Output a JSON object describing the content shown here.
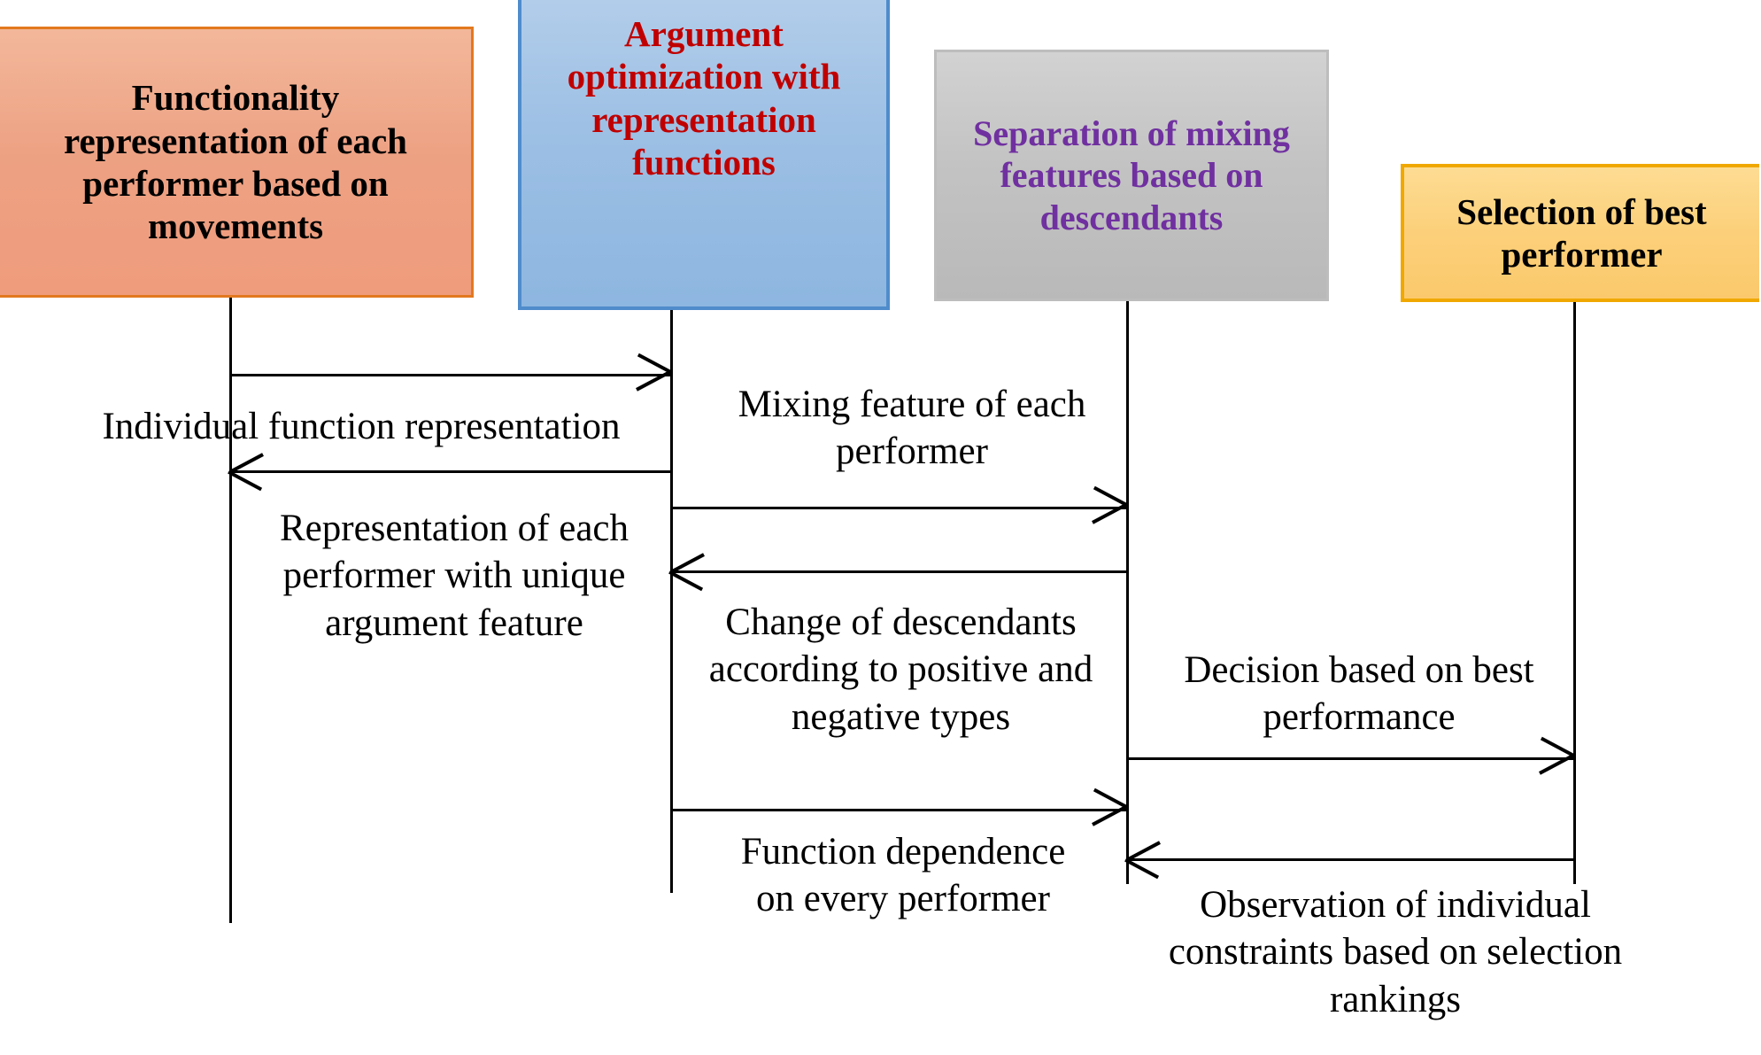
{
  "diagram": {
    "type": "sequence-diagram",
    "title": "",
    "background": "#ffffff"
  },
  "participants": [
    {
      "id": "functionality",
      "label": "Functionality representation of each performer based on movements",
      "fill": "#ef9c7c",
      "border": "#e2791f",
      "text_color": "#000000"
    },
    {
      "id": "argument",
      "label": "Argument optimization with representation functions",
      "fill": "#9cbfe4",
      "border": "#4f8ccc",
      "text_color": "#c00000"
    },
    {
      "id": "separation",
      "label": "Separation of mixing features based on descendants",
      "fill": "#c3c3c3",
      "border": "#bdbdbd",
      "text_color": "#7030a0"
    },
    {
      "id": "selection",
      "label": "Selection of best performer",
      "fill": "#fcd07a",
      "border": "#f0a800",
      "text_color": "#000000"
    }
  ],
  "messages": [
    {
      "id": "m1",
      "from": "functionality",
      "to": "argument",
      "direction": "right",
      "label": ""
    },
    {
      "id": "m2",
      "from": "argument",
      "to": "functionality",
      "direction": "left",
      "label": "Individual function representation"
    },
    {
      "id": "m3",
      "from": "argument",
      "to": "separation",
      "direction": "right",
      "label": "Mixing feature of each performer"
    },
    {
      "id": "m4",
      "from": "separation",
      "to": "argument",
      "direction": "left",
      "label": "Representation of each performer with unique argument feature"
    },
    {
      "id": "m5",
      "from": "separation",
      "to": "selection",
      "direction": "right",
      "label": "Decision based on best performance"
    },
    {
      "id": "m6",
      "from": "argument",
      "to": "separation",
      "direction": "right",
      "label": "Change of descendants according to positive and negative types"
    },
    {
      "id": "m7",
      "from": "selection",
      "to": "separation",
      "direction": "left",
      "label": "Observation of individual constraints based on selection rankings"
    },
    {
      "id": "m8",
      "from": "separation",
      "to": "argument",
      "direction": "left",
      "label": "Function dependence on every performer"
    }
  ],
  "labels": {
    "individual_function_representation": "Individual function representation",
    "mixing_feature": "Mixing feature of each\nperformer",
    "representation_unique": "Representation of each\nperformer with unique\nargument feature",
    "change_of_descendants": "Change of descendants\naccording to positive and\nnegative types",
    "decision_best_performance": "Decision based on best\nperformance",
    "function_dependence": "Function dependence\non every performer",
    "observation_constraints": "Observation of individual\nconstraints based on selection\nrankings"
  }
}
